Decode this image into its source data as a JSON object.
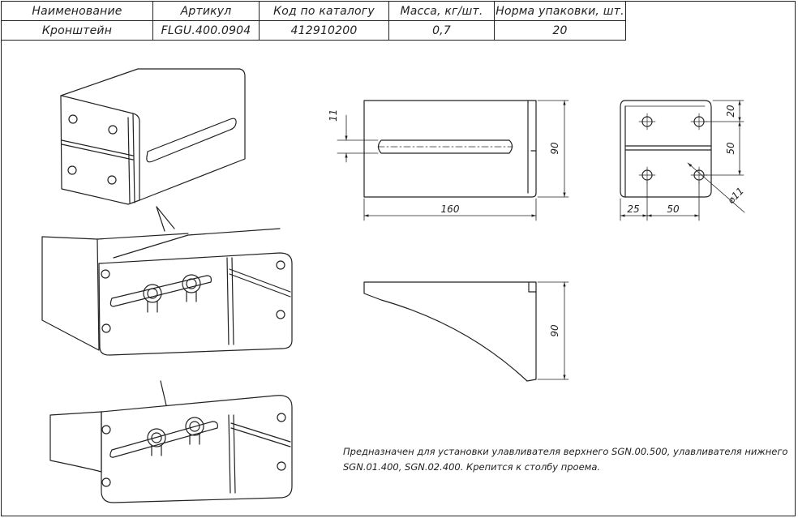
{
  "spec_table": {
    "headers": [
      "Наименование",
      "Артикул",
      "Код по каталогу",
      "Масса, кг/шт.",
      "Норма упаковки, шт."
    ],
    "row": [
      "Кронштейн",
      "FLGU.400.0904",
      "412910200",
      "0,7",
      "20"
    ]
  },
  "dimensions": {
    "slot_width": "11",
    "front_height": "90",
    "front_length": "160",
    "side_top_offset": "20",
    "side_hole_spacing_v": "50",
    "side_left_offset": "25",
    "side_hole_spacing_h": "50",
    "hole_diameter": "⌀11",
    "profile_height": "90"
  },
  "description": "Предназначен для установки улавливателя верхнего SGN.00.500, улавливателя нижнего SGN.01.400, SGN.02.400. Крепится к столбу проема.",
  "colors": {
    "line": "#222222",
    "background": "#ffffff"
  }
}
